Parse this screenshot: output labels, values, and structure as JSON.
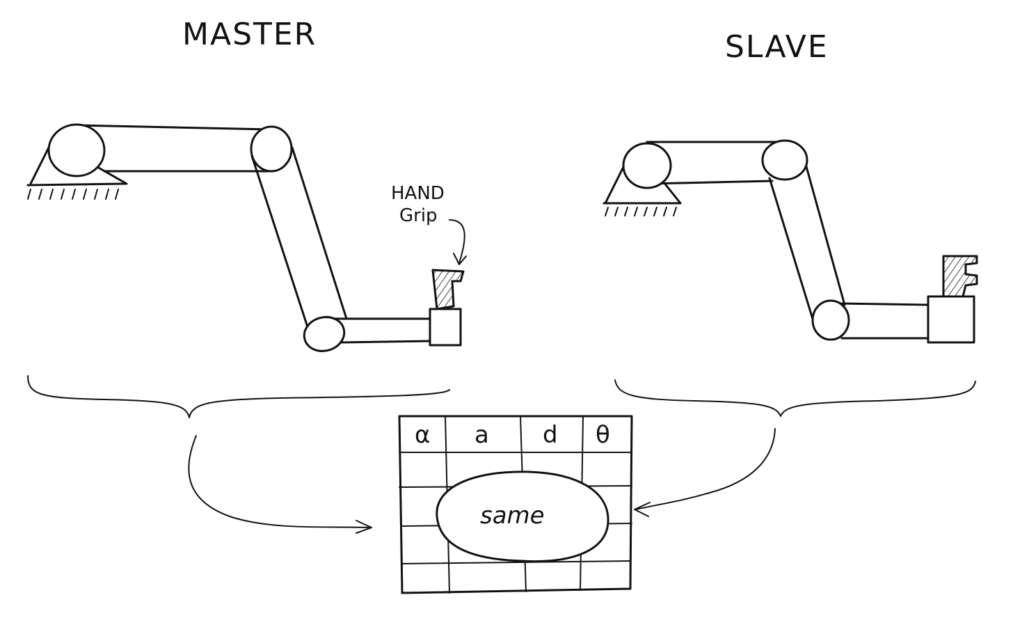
{
  "titles": {
    "master": "MASTER",
    "slave": "SLAVE"
  },
  "annotation": {
    "line1": "HAND",
    "line2": "Grip"
  },
  "table": {
    "headers": [
      "α",
      "a",
      "d",
      "θ"
    ],
    "center_label": "same"
  }
}
